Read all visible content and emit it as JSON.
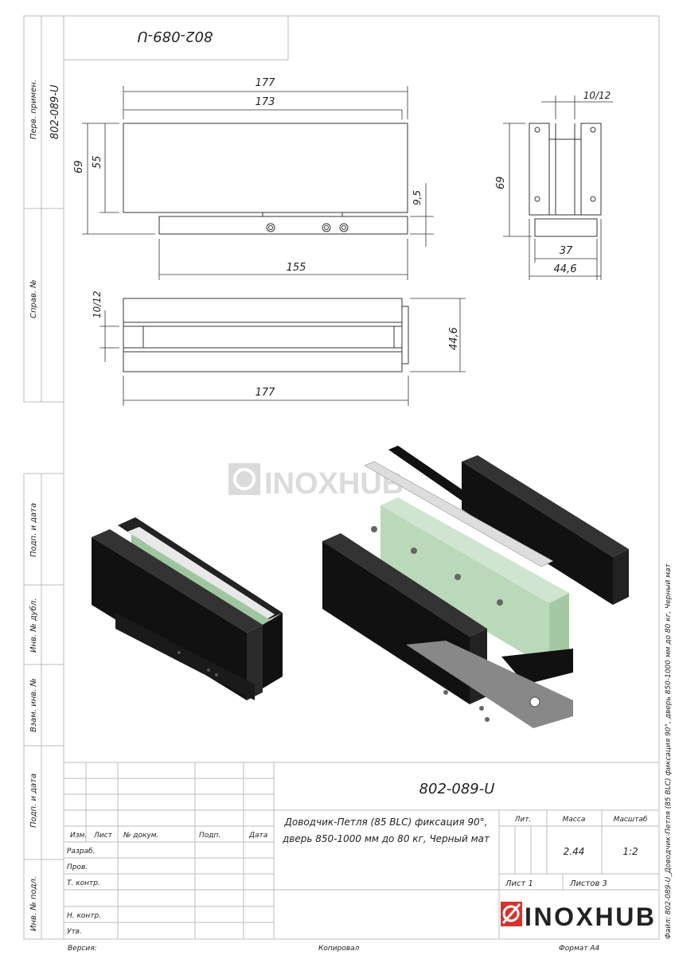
{
  "document": {
    "designation": "802-089-U",
    "designation_flipped": "802-089-U",
    "title_line1": "Доводчик-Петля (85 BLC) фиксация 90°,",
    "title_line2": "дверь 850-1000 мм до 80 кг, Черный мат",
    "mass": "2.44",
    "scale": "1:2",
    "sheet": "Лист 1",
    "sheets": "Листов 3",
    "file_label": "Файл: 802-089-U_Доводчик-Петля (85 BLC) фиксация 90°, дверь 850-1000 мм до 80 кг, Черный мат",
    "brand": "INOXHUB",
    "watermark": "INOXHUB"
  },
  "left_margin": {
    "first_use_label": "Перв. примен.",
    "first_use_value": "802-089-U",
    "ref_no": "Справ. №",
    "sign_date_1": "Подп. и дата",
    "dup_inv": "Инв. № дубл.",
    "repl_inv": "Взам. инв. №",
    "sign_date_2": "Подп. и дата",
    "orig_inv": "Инв. № подл."
  },
  "title_block": {
    "col_headers": [
      "Изм.",
      "Лист",
      "№ докум.",
      "Подп.",
      "Дата"
    ],
    "rows": [
      "Разраб.",
      "Пров.",
      "Т. контр.",
      "Н. контр.",
      "Утв."
    ],
    "lit": "Лит.",
    "mass_label": "Масса",
    "scale_label": "Масштаб",
    "version": "Версия:",
    "copied": "Копировал",
    "format": "Формат А4"
  },
  "dimensions": {
    "front_overall": "177",
    "front_body": "173",
    "front_height": "69",
    "front_body_height": "55",
    "front_base_height": "9,5",
    "front_base_length": "155",
    "side_gap": "10/12",
    "side_height": "69",
    "side_base": "37",
    "side_width": "44,6",
    "top_gap": "10/12",
    "top_width": "44,6",
    "top_length": "177"
  },
  "colors": {
    "brand_red": "#d8312c",
    "green_part": "#b9d9b9",
    "black_part": "#111111"
  }
}
